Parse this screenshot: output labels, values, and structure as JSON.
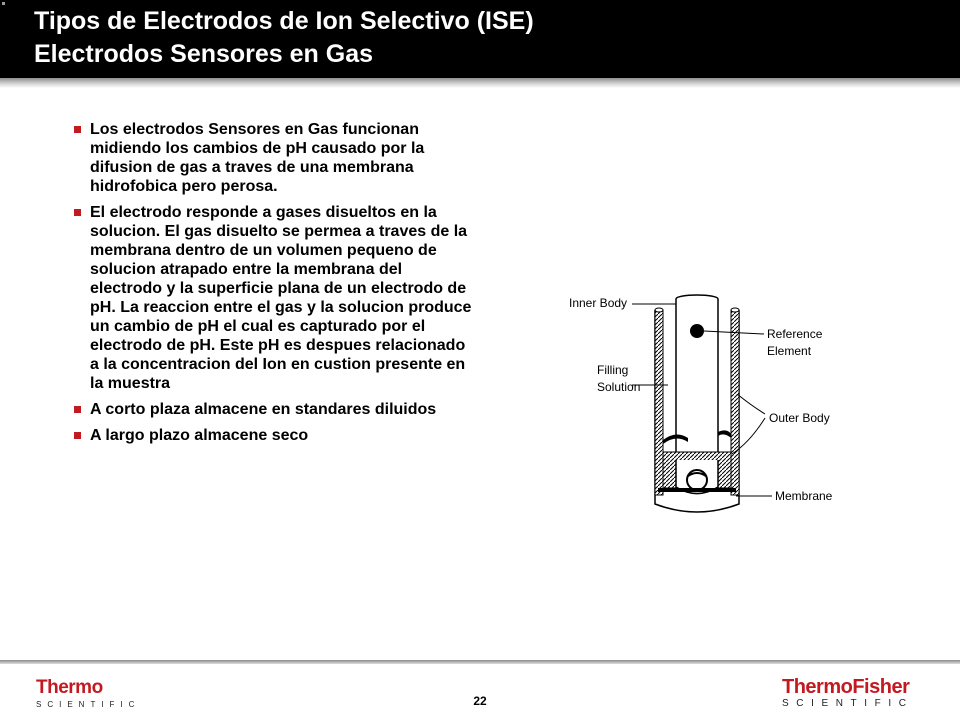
{
  "slide": {
    "title_line1": "Tipos de Electrodos de Ion Selectivo (ISE)",
    "title_line2": "Electrodos Sensores en Gas",
    "bullets": [
      "Los electrodos Sensores en Gas funcionan midiendo los cambios de pH causado por la difusion de gas a traves de una membrana hidrofobica pero perosa.",
      "El electrodo responde a gases disueltos  en la solucion. El gas disuelto se permea a traves de la membrana dentro de un volumen pequeno de solucion atrapado entre la membrana del electrodo y la superficie plana de un electrodo de pH. La reaccion entre el gas y la solucion produce un cambio de pH el cual es capturado por el electrodo de pH. Este pH es despues relacionado a la concentracion del Ion en custion presente en la muestra",
      "A corto plaza almacene en standares diluidos",
      "A largo plazo almacene seco"
    ],
    "accent_color": "#c31a22"
  },
  "diagram": {
    "labels": {
      "inner_body": "Inner Body",
      "reference_line1": "Reference",
      "reference_line2": "Element",
      "filling_line1": "Filling",
      "filling_line2": "Solution",
      "outer_body": "Outer Body",
      "membrane": "Membrane"
    }
  },
  "footer": {
    "page_number": "22",
    "logo_left_word": "Thermo",
    "logo_left_sub": "SCIENTIFIC",
    "logo_right_word": "ThermoFisher",
    "logo_right_sub": "SCIENTIFIC",
    "brand_color": "#c31a22"
  }
}
